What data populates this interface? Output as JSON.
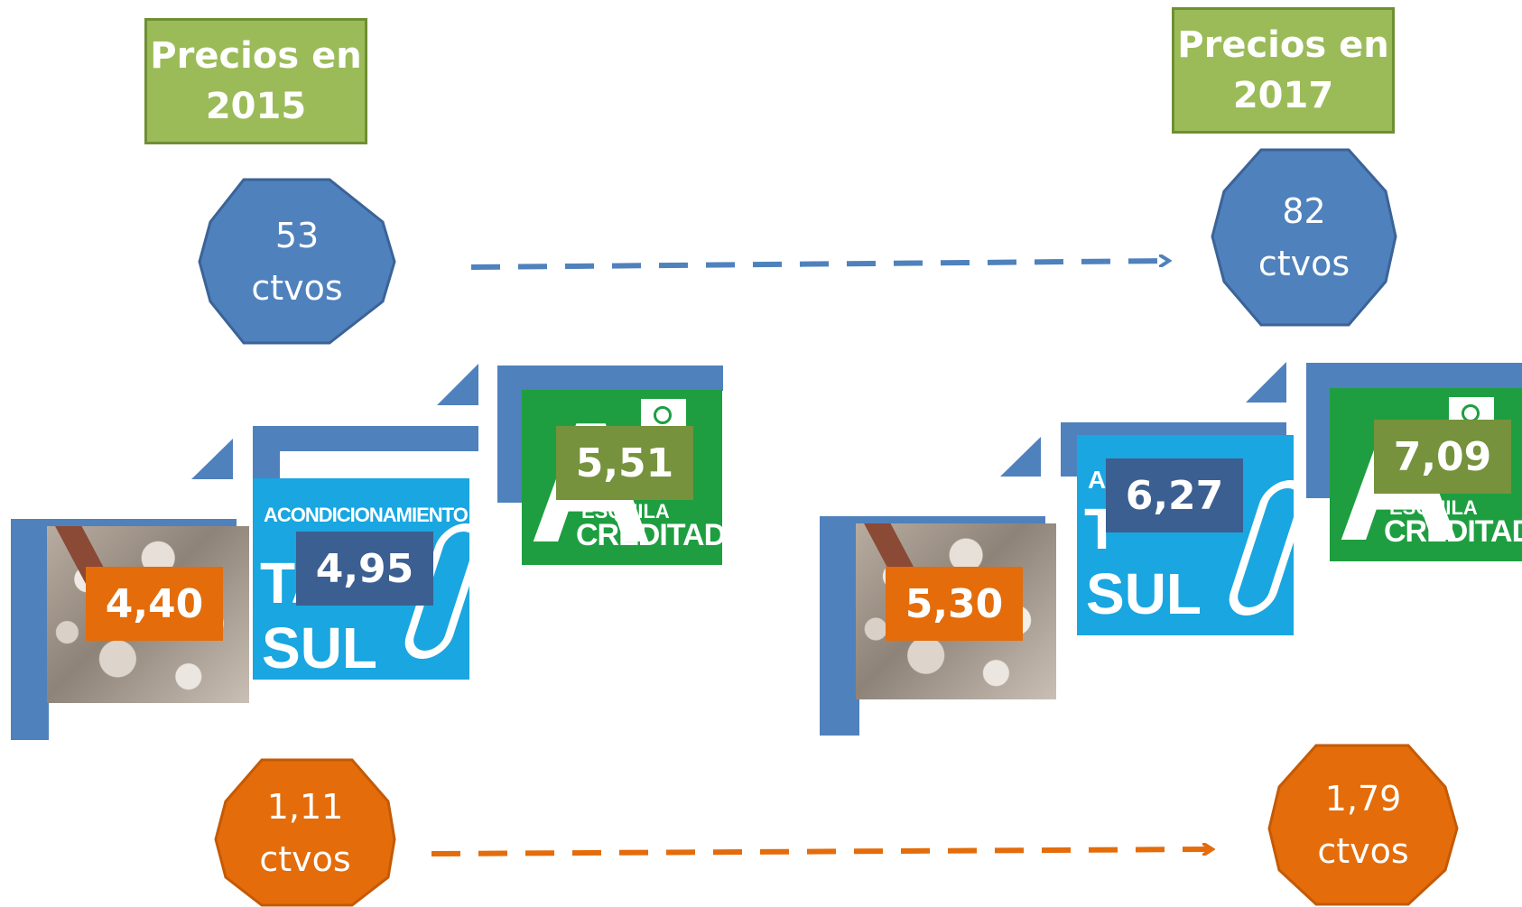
{
  "colors": {
    "blue": "#4f81bd",
    "orange": "#e46c0a",
    "green": "#9bbb59",
    "navy": "#3c5f91",
    "olive": "#76923c",
    "sign_blue": "#1aa6e0",
    "sign_green": "#1e9e40"
  },
  "left": {
    "header": {
      "line1": "Precios en",
      "line2": "2015"
    },
    "blue_octagon": {
      "value": "53",
      "unit": "ctvos"
    },
    "orange_octagon": {
      "value": "1,11",
      "unit": "ctvos"
    },
    "prices": {
      "orange": "4,40",
      "blue": "4,95",
      "green": "5,51"
    },
    "blue_sign": {
      "line1": "ACONDICIONAMIENTO",
      "line2": "TA",
      "line3": "SUL"
    },
    "green_sign": {
      "letter": "A",
      "line1": "ESQUILA",
      "line2": "CREDITADA"
    }
  },
  "right": {
    "header": {
      "line1": "Precios en",
      "line2": "2017"
    },
    "blue_octagon": {
      "value": "82",
      "unit": "ctvos"
    },
    "orange_octagon": {
      "value": "1,79",
      "unit": "ctvos"
    },
    "prices": {
      "orange": "5,30",
      "blue": "6,27",
      "green": "7,09"
    },
    "blue_sign": {
      "line1": "AC",
      "line2": "T",
      "line3": "SUL"
    },
    "green_sign": {
      "letter": "A",
      "line1": "ESQUILA",
      "line2": "CREDITADA"
    }
  }
}
